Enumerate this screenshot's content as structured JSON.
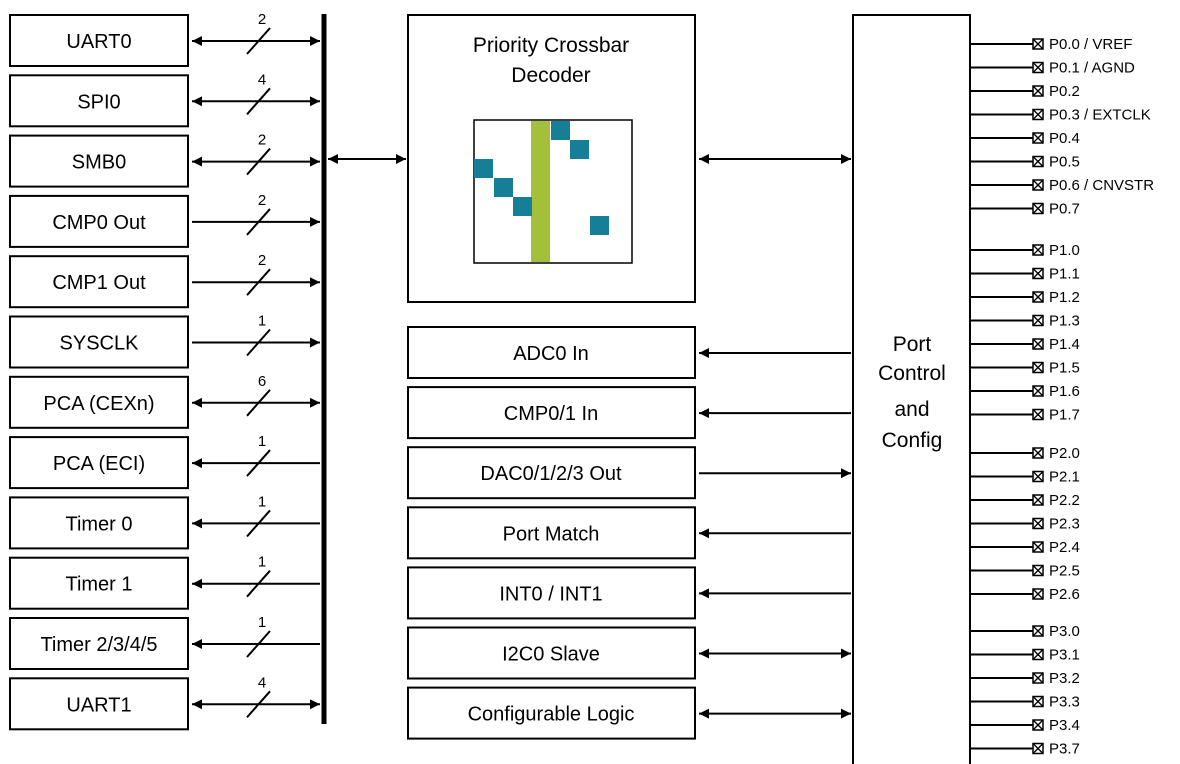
{
  "peripherals": [
    {
      "label": "UART0",
      "width": "2",
      "dir": "both"
    },
    {
      "label": "SPI0",
      "width": "4",
      "dir": "both"
    },
    {
      "label": "SMB0",
      "width": "2",
      "dir": "both"
    },
    {
      "label": "CMP0 Out",
      "width": "2",
      "dir": "right"
    },
    {
      "label": "CMP1 Out",
      "width": "2",
      "dir": "right"
    },
    {
      "label": "SYSCLK",
      "width": "1",
      "dir": "right"
    },
    {
      "label": "PCA (CEXn)",
      "width": "6",
      "dir": "both"
    },
    {
      "label": "PCA (ECI)",
      "width": "1",
      "dir": "left"
    },
    {
      "label": "Timer 0",
      "width": "1",
      "dir": "left"
    },
    {
      "label": "Timer 1",
      "width": "1",
      "dir": "left"
    },
    {
      "label": "Timer 2/3/4/5",
      "width": "1",
      "dir": "left"
    },
    {
      "label": "UART1",
      "width": "4",
      "dir": "both"
    }
  ],
  "crossbar": {
    "title_line1": "Priority Crossbar",
    "title_line2": "Decoder",
    "bar_color": "#a4c03a",
    "cell_color": "#157f98"
  },
  "analog_blocks": [
    {
      "label": "ADC0 In",
      "dir": "left"
    },
    {
      "label": "CMP0/1 In",
      "dir": "left"
    },
    {
      "label": "DAC0/1/2/3 Out",
      "dir": "right"
    },
    {
      "label": "Port Match",
      "dir": "left"
    },
    {
      "label": "INT0 / INT1",
      "dir": "left"
    },
    {
      "label": "I2C0 Slave",
      "dir": "both"
    },
    {
      "label": "Configurable Logic",
      "dir": "both"
    }
  ],
  "port_control": {
    "line1": "Port",
    "line2": "Control",
    "line3": "and",
    "line4": "Config"
  },
  "pins": [
    [
      "P0.0 / VREF",
      "P0.1 / AGND",
      "P0.2",
      "P0.3 / EXTCLK",
      "P0.4",
      "P0.5",
      "P0.6 / CNVSTR",
      "P0.7"
    ],
    [
      "P1.0",
      "P1.1",
      "P1.2",
      "P1.3",
      "P1.4",
      "P1.5",
      "P1.6",
      "P1.7"
    ],
    [
      "P2.0",
      "P2.1",
      "P2.2",
      "P2.3",
      "P2.4",
      "P2.5",
      "P2.6"
    ],
    [
      "P3.0",
      "P3.1",
      "P3.2",
      "P3.3",
      "P3.4",
      "P3.7"
    ]
  ]
}
